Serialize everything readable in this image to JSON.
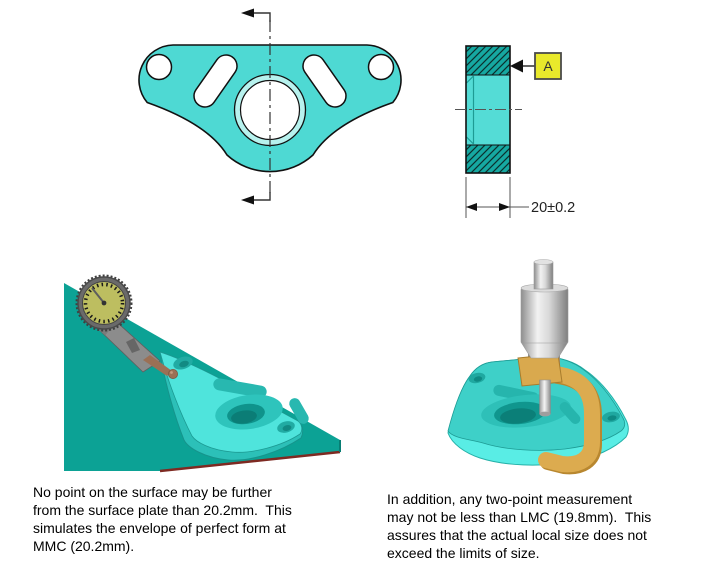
{
  "section_view": {
    "datum_label": "A",
    "dimension_text": "20±0.2"
  },
  "captions": {
    "left": "No point on the surface may be further\nfrom the surface plate than 20.2mm.  This\nsimulates the envelope of perfect form at\nMMC (20.2mm).",
    "right": "In addition, any two-point measurement\nmay not be less than LMC (19.8mm).  This\nassures that the actual local size does not\nexceed the limits of size."
  },
  "colors": {
    "part_cyan": "#4ED9D3",
    "hatch_teal": "#16A8A1",
    "chamfer_ring": "#B7F2EE",
    "datum_yellow": "#E9E92B",
    "plate_teal": "#0CA295",
    "plate_edge_maroon": "#7E2A22",
    "part3d_top": "#4FE4DC",
    "part3d_side": "#2CC0B8",
    "dial_face_olive": "#BDBE60",
    "indicator_gray": "#8C8C8C",
    "stylus_bronze": "#9B7055",
    "micrometer_gold": "#DCAB4F",
    "micrometer_silver": "#C9C9C9"
  }
}
